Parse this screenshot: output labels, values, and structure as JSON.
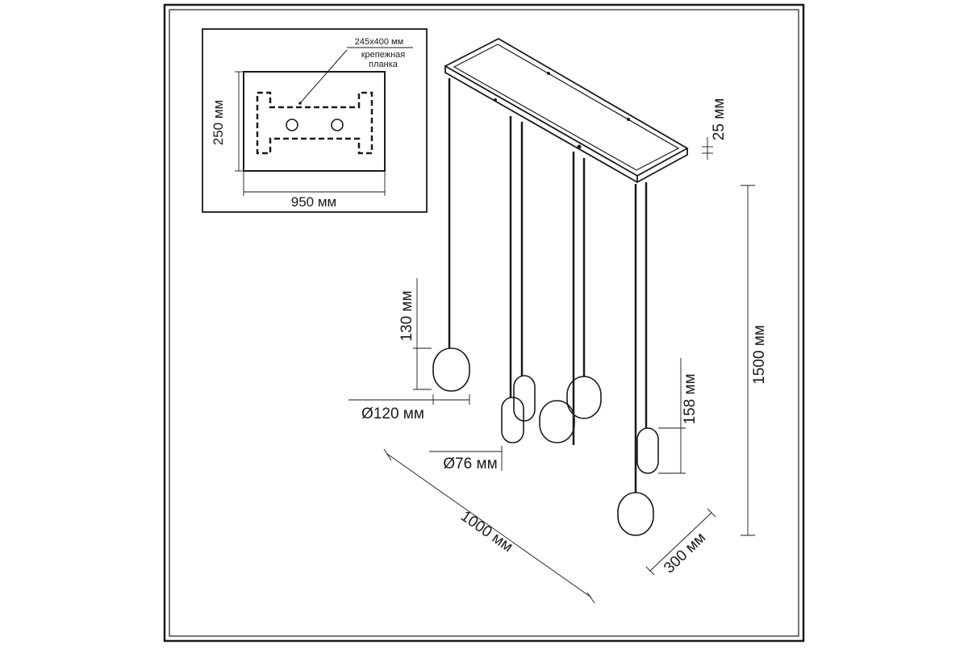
{
  "colors": {
    "stroke": "#1a1a1a",
    "background": "#ffffff"
  },
  "inset": {
    "plate_size": "245x400 мм",
    "plate_label_line1": "крепежная",
    "plate_label_line2": "планка",
    "height_label": "250 мм",
    "width_label": "950 мм"
  },
  "dimensions": {
    "canopy_thickness": "25 мм",
    "total_height": "1500 мм",
    "cable_length": "130 мм",
    "large_diameter": "Ø120 мм",
    "small_diameter": "Ø76 мм",
    "small_height": "158 мм",
    "length": "1000 мм",
    "depth": "300 мм"
  }
}
